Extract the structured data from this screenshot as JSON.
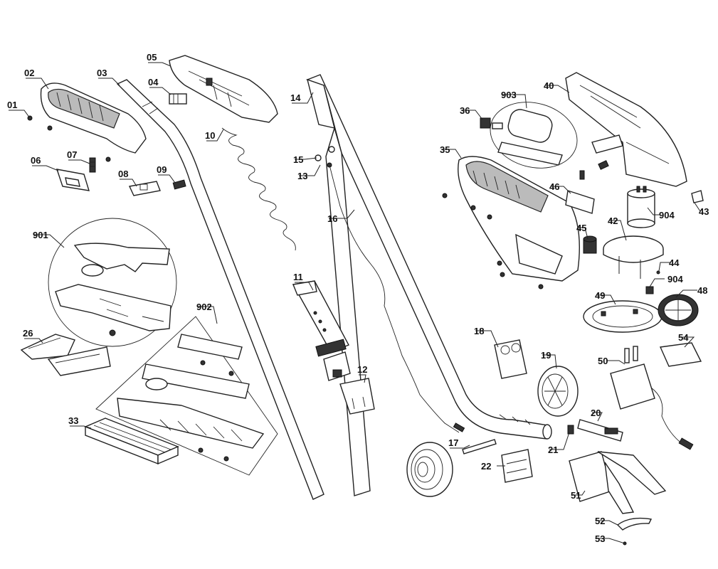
{
  "diagram": {
    "labels": {
      "p01": "01",
      "p02": "02",
      "p03": "03",
      "p04": "04",
      "p05": "05",
      "p06": "06",
      "p07": "07",
      "p08": "08",
      "p09": "09",
      "p10": "10",
      "p11": "11",
      "p12": "12",
      "p13": "13",
      "p14": "14",
      "p15": "15",
      "p16": "16",
      "p17": "17",
      "p18": "18",
      "p19": "19",
      "p20": "20",
      "p21": "21",
      "p22": "22",
      "p26": "26",
      "p33": "33",
      "p35": "35",
      "p36": "36",
      "p40": "40",
      "p42": "42",
      "p43": "43",
      "p44": "44",
      "p45": "45",
      "p46": "46",
      "p48": "48",
      "p49": "49",
      "p50": "50",
      "p51": "51",
      "p52": "52",
      "p53": "53",
      "p54": "54",
      "p901": "901",
      "p902": "902",
      "p903": "903",
      "p904a": "904",
      "p904b": "904"
    }
  }
}
